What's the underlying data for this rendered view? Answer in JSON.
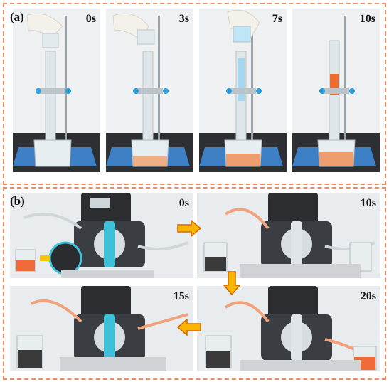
{
  "figure": {
    "panel_a_label": "(a)",
    "panel_b_label": "(b)"
  },
  "panel_a": {
    "frames": [
      {
        "time": "0s"
      },
      {
        "time": "3s"
      },
      {
        "time": "7s"
      },
      {
        "time": "10s"
      }
    ]
  },
  "panel_b": {
    "frames": [
      {
        "time": "0s"
      },
      {
        "time": "10s"
      },
      {
        "time": "15s"
      },
      {
        "time": "20s"
      }
    ]
  },
  "colors": {
    "frame_border": "#f08a5d",
    "arrow_fill": "#f7b500",
    "arrow_stroke": "#d46a00",
    "liquid_orange": "#f07a3a",
    "pump_head_blue": "#3cc1d8",
    "stand_base_blue": "#3d7fc4"
  }
}
